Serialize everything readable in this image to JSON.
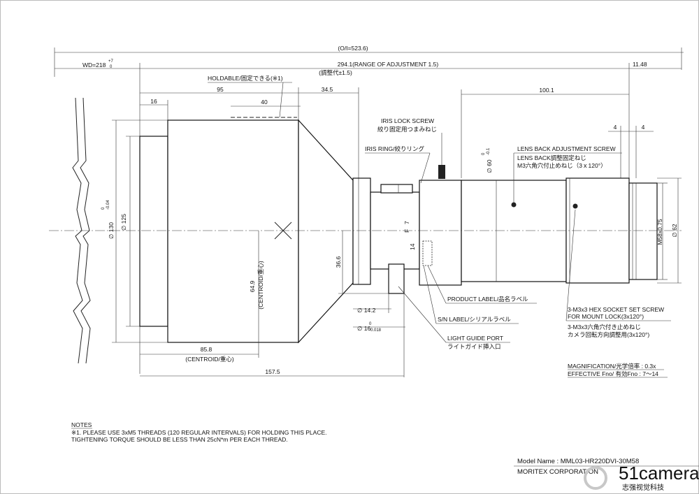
{
  "dimensions": {
    "oi": "(O/I=523.6)",
    "wd": "WD=218",
    "wd_tol_plus": "+7",
    "wd_tol_minus": "0",
    "adjust": "294.1(RANGE OF ADJUSTMENT 1.5)",
    "adjust_jp": "(調整代±1.5)",
    "d1148": "11.48",
    "d95": "95",
    "d345": "34.5",
    "d16": "16",
    "d40": "40",
    "d1001": "100.1",
    "d4a": "4",
    "d4b": "4",
    "d130": "130",
    "d130_tol_a": "0",
    "d130_tol_b": "-0.04",
    "d125": "125",
    "d60": "60",
    "d60_tol_a": "0",
    "d60_tol_b": "-0.1",
    "d366": "36.6",
    "d649": "64.9",
    "centroid_v": "(CENTROID/重心)",
    "d142": "14.2",
    "d16b": "16",
    "d16b_tol_a": "0",
    "d16b_tol_b": "-0.018",
    "d858": "85.8",
    "centroid_h": "(CENTROID/重心)",
    "d1575": "157.5",
    "m58": "M58x0.75",
    "d62": "62"
  },
  "labels": {
    "holdable": "HOLDABLE/固定できる(※1)",
    "iris_lock": "IRIS LOCK SCREW",
    "iris_lock_jp": "絞り固定用つまみねじ",
    "iris_ring": "IRIS RING/絞りリング",
    "lens_back_adj": "LENS BACK ADJUSTMENT SCREW",
    "lens_back_jp1": "LENS BACK調整固定ねじ",
    "lens_back_jp2": "M3六角穴付止めねじ（3ｘ120°）",
    "product_label": "PRODUCT LABEL/品名ラベル",
    "sn_label": "S/N LABEL/シリアルラベル",
    "light_guide": "LIGHT GUIDE PORT",
    "light_guide_jp": "ライトガイド挿入口",
    "hex_screw1": "3-M3x3 HEX SOCKET SET SCREW",
    "hex_screw2": "FOR MOUNT LOCK(3x120°)",
    "hex_screw_jp1": "3-M3x3六角穴付き止めねじ",
    "hex_screw_jp2": "カメラ回転方向調整用(3x120°)",
    "magnification": "MAGNIFICATION/光学倍率 : 0.3x",
    "effective_fno": "EFFECTIVE Fno/ 有効Fno : 7～14",
    "f_mark": "F",
    "f_val1": "7",
    "f_val2": "14"
  },
  "notes": {
    "heading": "NOTES",
    "line1": "※1. PLEASE USE 3xM5 THREADS (120 REGULAR INTERVALS) FOR HOLDING THIS PLACE.",
    "line2": "TIGHTENING TORQUE SHOULD BE LESS THAN 25cN*m PER EACH THREAD."
  },
  "title_block": {
    "model": "Model Name : MML03-HR220DVI-30M58",
    "company": "MORITEX CORPORATION"
  },
  "watermark": {
    "brand": "51camera",
    "sub": "志强视觉科技"
  },
  "colors": {
    "line": "#222222",
    "watermark": "#c8c8c8"
  }
}
